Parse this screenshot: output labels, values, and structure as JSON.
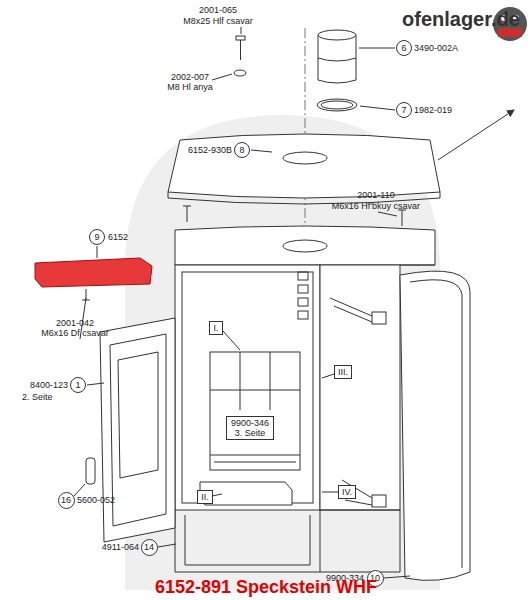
{
  "diagram": {
    "caption": "6152-891 Speckstein WHF",
    "nodes": [
      {
        "text": [
          "6"
        ]
      },
      {
        "text": [
          "7"
        ]
      },
      {
        "text": [
          "8"
        ]
      },
      {
        "text": [
          "9"
        ]
      },
      {
        "text": [
          "I."
        ]
      },
      {
        "text": [
          "1"
        ]
      },
      {
        "text": [
          "III."
        ]
      },
      {
        "text": [
          "9900-346 3. Seite"
        ]
      },
      {
        "text": [
          "II."
        ]
      },
      {
        "text": [
          "16"
        ]
      },
      {
        "text": [
          "IV."
        ]
      },
      {
        "text": [
          "14"
        ]
      },
      {
        "text": [
          "10"
        ]
      }
    ],
    "labels": [
      "ofenlager.de",
      "2001-065",
      "M8x25 Hlf csavar",
      "3490-002A",
      "2002-007",
      "M8 Hl anya",
      "1982-019",
      "6152-930B",
      "2001-110",
      "M6x16 Hf'bkuy csavar",
      "6152",
      "2001-042",
      "M6x16 Df csavar",
      "8400-123",
      "2. Seite",
      "5600-052",
      "4911-064",
      "9900-334"
    ]
  }
}
